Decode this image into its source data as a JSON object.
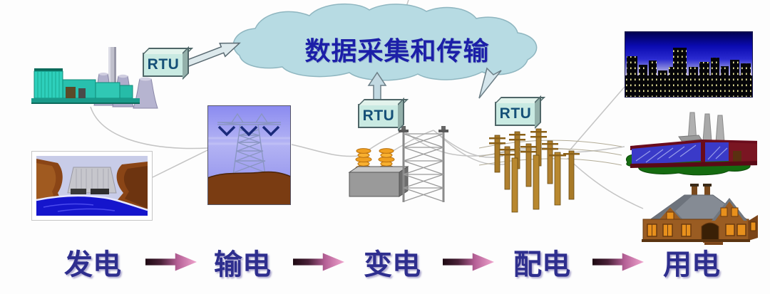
{
  "diagram": {
    "cloud": {
      "label": "数据采集和传输"
    },
    "rtus": [
      {
        "label": "RTU"
      },
      {
        "label": "RTU"
      },
      {
        "label": "RTU"
      }
    ],
    "stages": [
      {
        "label": "发电",
        "name": "power-generation"
      },
      {
        "label": "输电",
        "name": "power-transmission"
      },
      {
        "label": "变电",
        "name": "power-transformation"
      },
      {
        "label": "配电",
        "name": "power-distribution"
      },
      {
        "label": "用电",
        "name": "power-consumption"
      }
    ],
    "illustrations": [
      {
        "name": "thermal-power-plant-icon"
      },
      {
        "name": "hydroelectric-dam-icon"
      },
      {
        "name": "transmission-tower-icon"
      },
      {
        "name": "substation-transformer-icon"
      },
      {
        "name": "lattice-gantry-icon"
      },
      {
        "name": "distribution-poles-icon"
      },
      {
        "name": "city-skyline-icon"
      },
      {
        "name": "factory-icon"
      },
      {
        "name": "house-icon"
      }
    ],
    "colors": {
      "cloud_fill": "#b7dbe3",
      "cloud_stroke": "#8fb6c0",
      "cloud_text": "#1c1fa8",
      "stage_text": "#2e2e8e",
      "flow_arrow_gradient_start": "#1d0912",
      "flow_arrow_gradient_end": "#f0a5ce",
      "rtu_face": "#c9eae2",
      "rtu_text": "#155078",
      "connector_line": "#c4c4c4"
    }
  }
}
